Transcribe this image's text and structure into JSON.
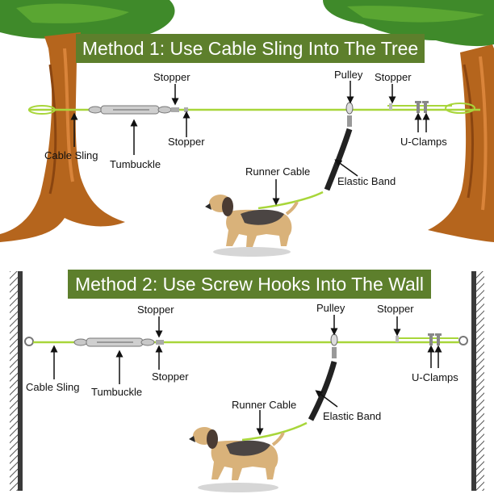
{
  "method1": {
    "title": "Method 1: Use Cable Sling Into The Tree",
    "labels": {
      "stopper_top": "Stopper",
      "pulley": "Pulley",
      "stopper_right": "Stopper",
      "cable_sling": "Cable Sling",
      "tumbuckle": "Tumbuckle",
      "stopper_bottom": "Stopper",
      "u_clamps": "U-Clamps",
      "runner_cable": "Runner Cable",
      "elastic_band": "Elastic Band"
    }
  },
  "method2": {
    "title": "Method 2: Use Screw Hooks Into The Wall",
    "labels": {
      "stopper_top": "Stopper",
      "pulley": "Pulley",
      "stopper_right": "Stopper",
      "cable_sling": "Cable Sling",
      "tumbuckle": "Tumbuckle",
      "stopper_bottom": "Stopper",
      "u_clamps": "U-Clamps",
      "runner_cable": "Runner Cable",
      "elastic_band": "Elastic Band"
    }
  },
  "colors": {
    "banner": "#5d7f2c",
    "cable": "#a8d63a",
    "trunk": "#b5651d",
    "foliage": "#3f8a2a",
    "wall": "#3a3a3a"
  }
}
